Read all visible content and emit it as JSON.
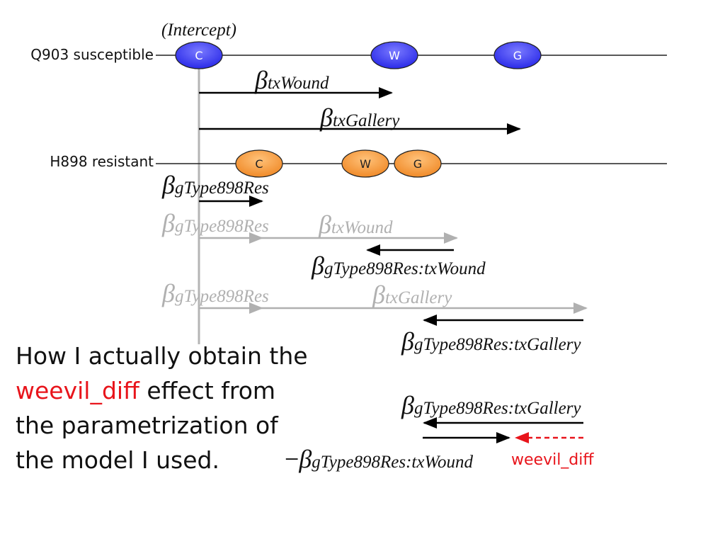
{
  "intercept_label": "(Intercept)",
  "rows": {
    "q903": {
      "label": "Q903 susceptible",
      "nodes": [
        "C",
        "W",
        "G"
      ]
    },
    "h898": {
      "label": "H898 resistant",
      "nodes": [
        "C",
        "W",
        "G"
      ]
    }
  },
  "betas": {
    "txWound": "txWound",
    "txGallery": "txGallery",
    "gType898Res": "gType898Res",
    "interaction_wound": "gType898Res:txWound",
    "interaction_gallery": "gType898Res:txGallery"
  },
  "beta_symbol": "β",
  "minus_sign": "−",
  "weevil_label": "weevil_diff",
  "caption": {
    "line1": "How I actually obtain the",
    "line2_highlight": "weevil_diff",
    "line2_rest": " effect from",
    "line3": "the parametrization of",
    "line4": "the model I used."
  },
  "colors": {
    "blue_node": "#3d3dff",
    "orange_node": "#f79433",
    "gray": "#b0b0b0",
    "red": "#e8141b",
    "black": "#000000"
  }
}
